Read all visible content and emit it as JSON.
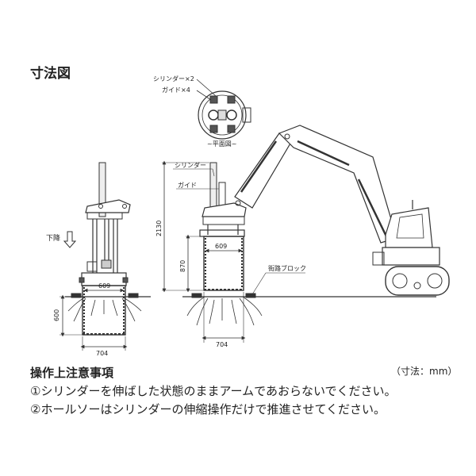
{
  "title": "寸法図",
  "plan_view": {
    "label_cylinder": "シリンダー×2",
    "label_guide": "ガイド×4",
    "caption": "~平面図~"
  },
  "left_view": {
    "down_label": "下降",
    "dim_inner": "609",
    "dim_depth": "600",
    "dim_width": "704"
  },
  "right_view": {
    "label_cylinder": "シリンダー",
    "label_guide": "ガイド",
    "label_curb": "街路ブロック",
    "dim_total_height": "2130",
    "dim_body_height": "870",
    "dim_inner": "609",
    "dim_width": "704"
  },
  "notes": {
    "heading": "操作上注意事項",
    "unit": "（寸法：mm）",
    "items": [
      "①シリンダーを伸ばした状態のままアームであおらないでください。",
      "②ホールソーはシリンダーの伸縮操作だけで推進させてください。"
    ]
  }
}
